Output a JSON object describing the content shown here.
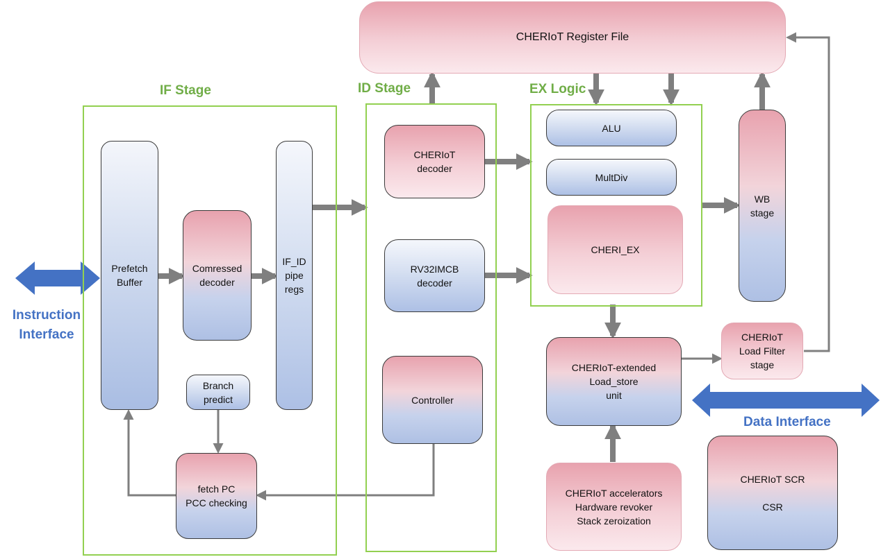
{
  "stages": {
    "if": "IF Stage",
    "id": "ID Stage",
    "ex": "EX Logic"
  },
  "interfaces": {
    "instruction": [
      "Instruction",
      "Interface"
    ],
    "data": "Data Interface"
  },
  "blocks": {
    "register_file": [
      "CHERIoT Register File"
    ],
    "prefetch_buffer": [
      "Prefetch",
      "Buffer"
    ],
    "compressed_decoder": [
      "Comressed",
      "decoder"
    ],
    "if_id_regs": [
      "IF_ID",
      "pipe",
      "regs"
    ],
    "branch_predict": [
      "Branch",
      "predict"
    ],
    "fetch_pc": [
      "fetch PC",
      "PCC checking"
    ],
    "cheriot_decoder": [
      "CHERIoT",
      "decoder"
    ],
    "rv32_decoder": [
      "RV32IMCB",
      "decoder"
    ],
    "controller": [
      "Controller"
    ],
    "alu": [
      "ALU"
    ],
    "multdiv": [
      "MultDiv"
    ],
    "cheri_ex": [
      "CHERI_EX"
    ],
    "wb_stage": [
      "WB",
      "stage"
    ],
    "load_store_unit": [
      "CHERIoT-extended",
      "Load_store",
      "unit"
    ],
    "load_filter": [
      "CHERIoT",
      "Load Filter",
      "stage"
    ],
    "accelerators": [
      "CHERIoT accelerators",
      "Hardware revoker",
      "Stack zeroization"
    ],
    "csr": [
      "CHERIoT SCR",
      "CSR"
    ]
  },
  "colors": {
    "stage_border": "#92d050",
    "stage_title": "#70ad47",
    "interface": "#4472c4",
    "arrow": "#7f7f7f"
  }
}
